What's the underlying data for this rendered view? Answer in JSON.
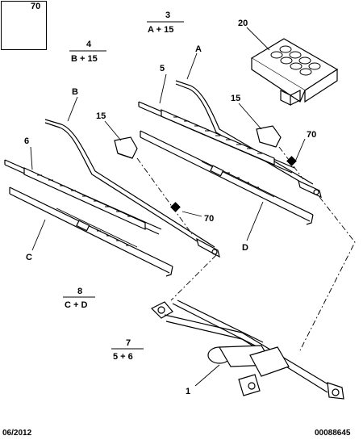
{
  "inset": {
    "part": "70"
  },
  "callouts": [
    {
      "id": "c3",
      "top": "3",
      "bottom": "A + 15"
    },
    {
      "id": "c4",
      "top": "4",
      "bottom": "B + 15"
    },
    {
      "id": "c8",
      "top": "8",
      "bottom": "C + D"
    },
    {
      "id": "c7",
      "top": "7",
      "bottom": "5 + 6"
    }
  ],
  "labels": {
    "p20": "20",
    "pA": "A",
    "p5": "5",
    "pB": "B",
    "p15a": "15",
    "p15b": "15",
    "p70a": "70",
    "p70b": "70",
    "p6": "6",
    "pC": "C",
    "pD": "D",
    "p1": "1"
  },
  "footer": {
    "date": "06/2012",
    "ref": "00088645"
  }
}
